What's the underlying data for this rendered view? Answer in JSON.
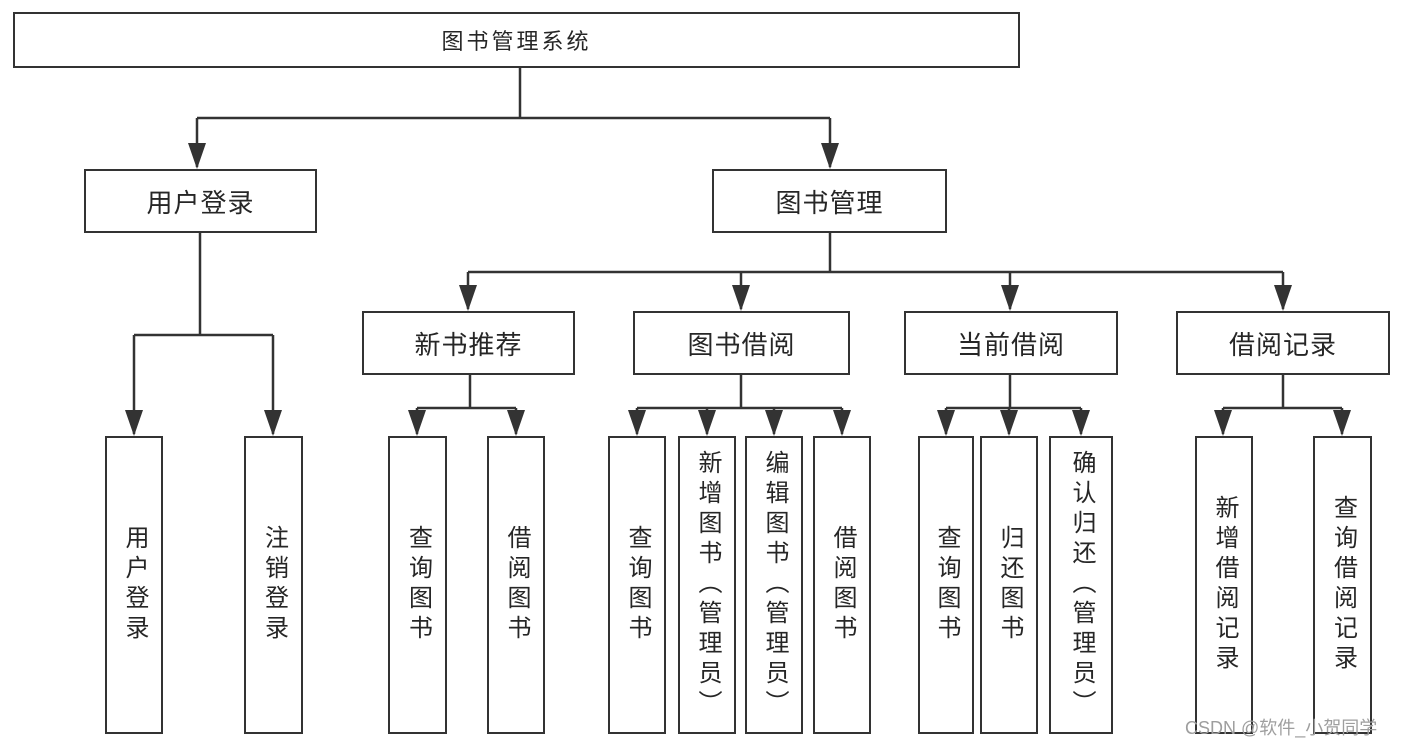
{
  "diagram": {
    "title": "图书管理系统",
    "level2": {
      "user_login": "用户登录",
      "book_mgmt": "图书管理"
    },
    "level3": {
      "new_books": "新书推荐",
      "book_borrow": "图书借阅",
      "current_borrow": "当前借阅",
      "borrow_records": "借阅记录"
    },
    "leaves": {
      "user_login": [
        "用户登录",
        "注销登录"
      ],
      "new_books": [
        "查询图书",
        "借阅图书"
      ],
      "book_borrow": [
        "查询图书",
        "新增图书（管理员）",
        "编辑图书（管理员）",
        "借阅图书"
      ],
      "current_borrow": [
        "查询图书",
        "归还图书",
        "确认归还（管理员）"
      ],
      "borrow_records": [
        "新增借阅记录",
        "查询借阅记录"
      ]
    },
    "watermark": "CSDN @软件_小贺同学",
    "colors": {
      "line": "#333333",
      "border": "#333333",
      "text": "#262626",
      "background": "#ffffff",
      "watermark": "#9e9e9e"
    }
  }
}
